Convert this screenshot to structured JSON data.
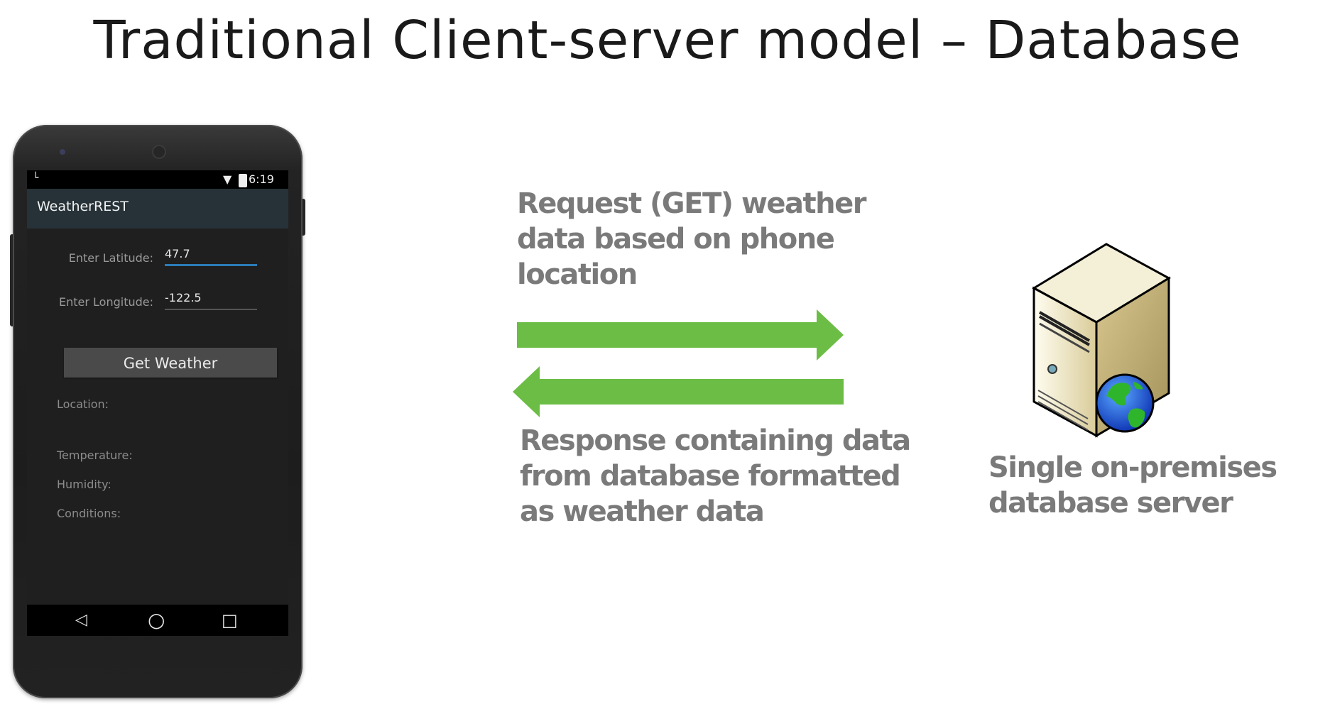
{
  "title": "Traditional Client-server model – Database",
  "phone": {
    "status_time": "6:19",
    "app_title": "WeatherREST",
    "latitude_label": "Enter Latitude:",
    "latitude_value": "47.7",
    "longitude_label": "Enter Longitude:",
    "longitude_value": "-122.5",
    "button_label": "Get Weather",
    "location_label": "Location:",
    "temperature_label": "Temperature:",
    "humidity_label": "Humidity:",
    "conditions_label": "Conditions:",
    "nav_back": "◁",
    "nav_home": "○",
    "nav_recent": "□"
  },
  "request_text": {
    "line1": "Request (GET) weather",
    "line2": "data based on phone",
    "line3": "location"
  },
  "response_text": {
    "line1": "Response containing data",
    "line2": "from database formatted",
    "line3": "as weather data"
  },
  "server_text": {
    "line1": "Single on-premises",
    "line2": "database server"
  },
  "colors": {
    "arrow": "#6cbd45",
    "caption": "#7a7a7a",
    "app_bar": "#263238"
  },
  "icons": [
    "phone-device",
    "server-icon",
    "globe-icon",
    "arrow-right",
    "arrow-left"
  ]
}
